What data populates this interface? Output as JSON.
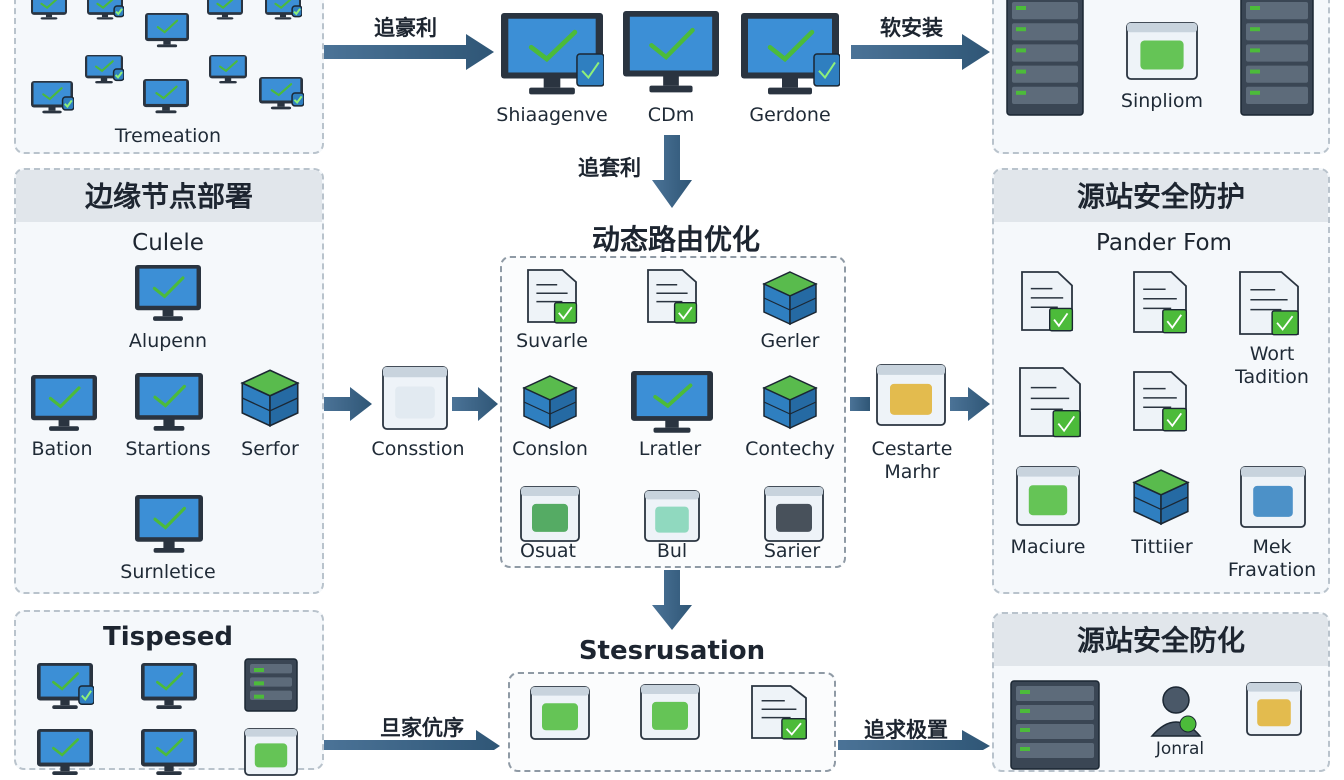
{
  "colors": {
    "accent": "#3b6286",
    "check": "#4cbb3a",
    "screen": "#3c8fd6",
    "cube_green": "#59bb4d",
    "cube_blue": "#2f7fc0"
  },
  "top_left": {
    "caption": "Tremeation"
  },
  "top_center": {
    "arrow_label": "追豪利",
    "nodes": [
      "Shiaagenve",
      "CDm",
      "Gerdone"
    ],
    "down_label": "追套利"
  },
  "top_right": {
    "arrow_label": "软安装",
    "caption": "Sinpliom"
  },
  "edge": {
    "title": "边缘节点部署",
    "subtitle": "Culele",
    "nodes": {
      "top": "Alupenn",
      "left": "Bation",
      "center": "Startions",
      "right": "Serfor",
      "bottom": "Surnletice"
    }
  },
  "routing": {
    "title": "动态路由优化",
    "side_label": "Consstion",
    "nodes": [
      "Suvarle",
      "",
      "Gerler",
      "Conslon",
      "Lratler",
      "Contechy",
      "Osuat",
      "Bul",
      "Sarier"
    ]
  },
  "mid_right": {
    "label": [
      "Cestarte",
      "Marhr"
    ]
  },
  "source": {
    "title": "源站安全防护",
    "subtitle": "Pander Fom",
    "nodes": {
      "right_top": [
        "Wort",
        "Tadition"
      ],
      "bl": "Maciure",
      "bc": "Tittiier",
      "br": [
        "Mek",
        "Fravation"
      ]
    }
  },
  "bottom_left": {
    "title": "Tispesed",
    "arrow_label": "旦家伉序"
  },
  "bottom_center": {
    "title": "Stesrusation",
    "arrow_label": "追求极置"
  },
  "bottom_right": {
    "title": "源站安全防化",
    "caption": "Jonral"
  }
}
